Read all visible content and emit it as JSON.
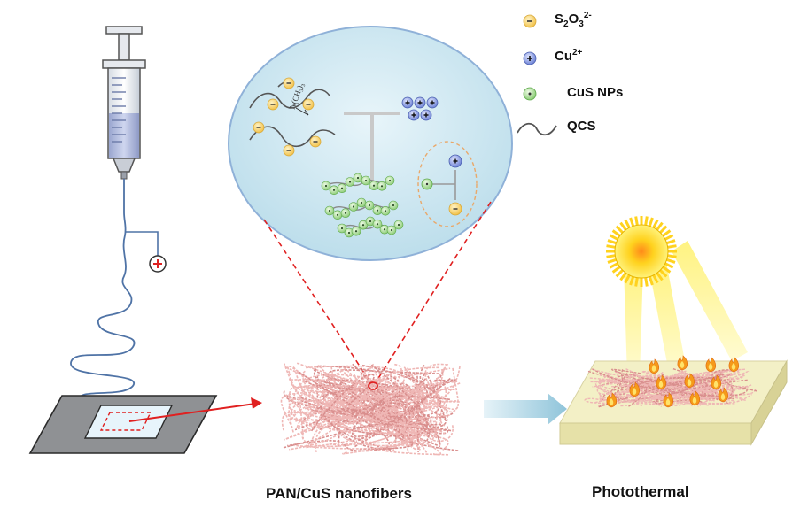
{
  "legend": {
    "thiosulfate": {
      "base": "S",
      "sub1": "2",
      "mid": "O",
      "sub2": "3",
      "sup": "2-"
    },
    "copper": {
      "base": "Cu",
      "sup": "2+"
    },
    "cus_nps": "CuS NPs",
    "qcs": "QCS"
  },
  "inset": {
    "group_label": "N(CH3)3",
    "group_base": "N(CH",
    "group_sub": "3",
    "group_end": ")",
    "group_sub2": "3"
  },
  "labels": {
    "nanofibers": "PAN/CuS nanofibers",
    "photothermal": "Photothermal"
  },
  "colors": {
    "yellow_ion": "#f7d774",
    "blue_ion": "#8a9ee0",
    "green_np": "#a9d89a",
    "bubble": "#cde8f3",
    "fiber": "#e8a9a8",
    "sun": "#ffe23a",
    "plate": "#f3f0c6"
  }
}
